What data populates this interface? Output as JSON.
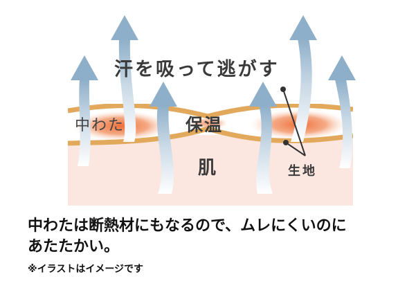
{
  "diagram": {
    "title": "汗を吸って逃がす",
    "labels": {
      "padding": "中わた",
      "warmth": "保温",
      "skin": "肌",
      "fabric": "生地"
    },
    "colors": {
      "skin": "#fbe6e0",
      "fabric_line": "#e2a95c",
      "heat": "#ef6f3a",
      "arrow_top": "#8eafc9",
      "arrow_bottom": "#ffffff",
      "text": "#3a3a3a"
    },
    "arrow_count": 6
  },
  "caption": {
    "line1": "中わたは断熱材にもなるので、ムレにくいのに",
    "line2": "あたたかい。",
    "note": "※イラストはイメージです"
  }
}
